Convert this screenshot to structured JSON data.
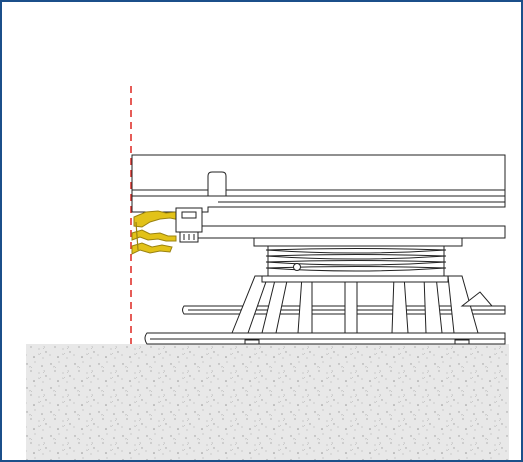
{
  "diagram": {
    "subject": "adjustable-pedestal-cross-section",
    "colors": {
      "frame_border": "#1b4f8a",
      "line": "#222222",
      "guide_line": "#e0342f",
      "clip_yellow": "#e2c218",
      "clip_outline": "#9a8210",
      "concrete_fill": "#e8e8e8",
      "concrete_speck": "#9a9a9a",
      "background": "#ffffff"
    },
    "icons": [
      "deck-board",
      "edge-clip",
      "height-adjust-thread",
      "pedestal-base",
      "concrete-ground",
      "alignment-guide"
    ]
  }
}
